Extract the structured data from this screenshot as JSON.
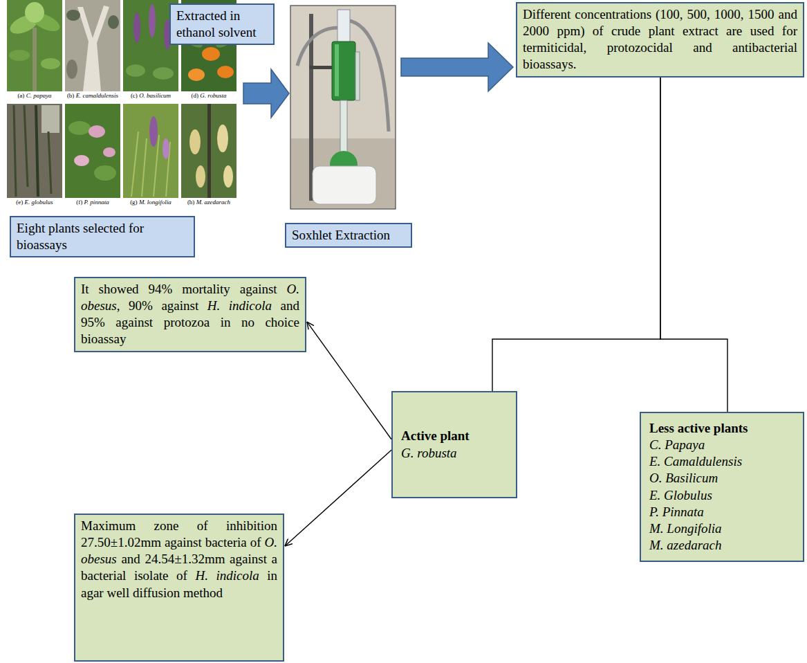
{
  "diagram": {
    "nodes": [
      {
        "text": [
          "Extracted in ethanol solvent"
        ]
      },
      {
        "text": [
          "Different concentrations (100, 500, 1000, 1500 and 2000 ppm) of crude plant extract are used for termiticidal, protozocidal and antibacterial bioassays."
        ]
      },
      {
        "text": [
          "Eight plants selected for bioassays"
        ]
      },
      {
        "text": [
          "Soxhlet Extraction"
        ]
      },
      {
        "text": [
          "It showed 94% mortality against O. obesus, 90% against H. indicola and 95% against protozoa in no choice bioassay"
        ]
      },
      {
        "text": [
          "Active plant",
          "G. robusta"
        ]
      },
      {
        "text": [
          "Less active plants",
          "C. Papaya",
          "E. Camaldulensis",
          "O. Basilicum",
          "E. Globulus",
          "P. Pinnata",
          "M. Longifolia",
          "M. azedarach"
        ]
      },
      {
        "text": [
          "Maximum zone of inhibition 27.50±1.02mm against bacteria of O. obesus and 24.54±1.32mm against a bacterial isolate of H. indicola in agar well diffusion method"
        ]
      }
    ],
    "edges": [
      {
        "from": 1,
        "to": 5,
        "arrow": "none"
      },
      {
        "from": 1,
        "to": 6,
        "arrow": "none"
      },
      {
        "from": 5,
        "to": 4,
        "arrow": "to"
      },
      {
        "from": 5,
        "to": 7,
        "arrow": "to"
      }
    ],
    "labels": [
      "(a) C. papaya",
      "(b) E. camaldulensis",
      "(c) O. basilicum",
      "(d) G. robusta",
      "(e) E. globulus",
      "(f) P. pinnata",
      "(g) M. longifolia",
      "(h) M. azedarach"
    ]
  }
}
